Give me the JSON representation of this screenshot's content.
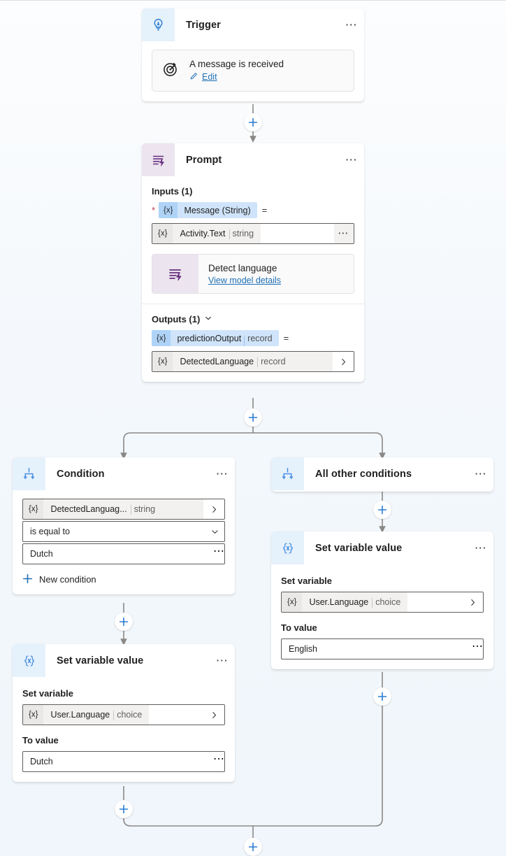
{
  "canvas": {
    "background_color": "#f3f7fb",
    "connector_color": "#8a8886",
    "accent_color": "#1f6fb5"
  },
  "nodes": {
    "trigger": {
      "title": "Trigger",
      "icon": "trigger-lightbulb-icon",
      "icon_tint": "#2b7cd3",
      "more_label": "⋯",
      "tile": {
        "icon": "target-arrow-icon",
        "title": "A message is received",
        "edit_label": "Edit",
        "edit_icon": "pencil-icon"
      }
    },
    "prompt": {
      "title": "Prompt",
      "icon": "prompt-lines-bolt-icon",
      "icon_tint": "#68307f",
      "more_label": "⋯",
      "inputs_label": "Inputs (1)",
      "input": {
        "required_marker": "*",
        "token": "{x}",
        "name": "Message (String)",
        "equals": "=",
        "value_token": "{x}",
        "value": "Activity.Text",
        "value_type": "string",
        "more_label": "⋯"
      },
      "model": {
        "icon": "prompt-lines-bolt-icon",
        "title": "Detect language",
        "link": "View model details"
      },
      "outputs_label": "Outputs (1)",
      "outputs_chevron": "chevron-down-icon",
      "output": {
        "token": "{x}",
        "name": "predictionOutput",
        "type": "record",
        "equals": "=",
        "value_token": "{x}",
        "value": "DetectedLanguage",
        "value_type": "record",
        "chevron": "chevron-right-icon"
      }
    },
    "condition": {
      "title": "Condition",
      "icon": "branch-condition-icon",
      "more_label": "⋯",
      "operand": {
        "token": "{x}",
        "value": "DetectedLanguag...",
        "type": "string",
        "chevron": "chevron-right-icon"
      },
      "operator": {
        "value": "is equal to",
        "chevron": "chevron-down-icon"
      },
      "compare_value": {
        "value": "Dutch",
        "more_label": "⋯"
      },
      "new_condition_label": "New condition",
      "new_condition_icon": "plus-icon"
    },
    "all_other_conditions": {
      "title": "All other conditions",
      "icon": "branch-condition-icon",
      "more_label": "⋯"
    },
    "set_variable_left": {
      "title": "Set variable value",
      "icon": "variable-braces-icon",
      "more_label": "⋯",
      "set_variable_label": "Set variable",
      "variable": {
        "token": "{x}",
        "name": "User.Language",
        "type": "choice",
        "chevron": "chevron-right-icon"
      },
      "to_value_label": "To value",
      "to_value": {
        "value": "Dutch",
        "more_label": "⋯"
      }
    },
    "set_variable_right": {
      "title": "Set variable value",
      "icon": "variable-braces-icon",
      "more_label": "⋯",
      "set_variable_label": "Set variable",
      "variable": {
        "token": "{x}",
        "name": "User.Language",
        "type": "choice",
        "chevron": "chevron-right-icon"
      },
      "to_value_label": "To value",
      "to_value": {
        "value": "English",
        "more_label": "⋯"
      }
    }
  },
  "add_buttons": [
    {
      "name": "add-step-after-trigger",
      "icon": "plus-icon"
    },
    {
      "name": "add-step-after-prompt",
      "icon": "plus-icon"
    },
    {
      "name": "add-step-after-all-other-conditions",
      "icon": "plus-icon"
    },
    {
      "name": "add-step-after-condition",
      "icon": "plus-icon"
    },
    {
      "name": "add-step-after-set-variable-right",
      "icon": "plus-icon"
    },
    {
      "name": "add-step-after-set-variable-left",
      "icon": "plus-icon"
    },
    {
      "name": "add-step-after-merge",
      "icon": "plus-icon"
    }
  ]
}
